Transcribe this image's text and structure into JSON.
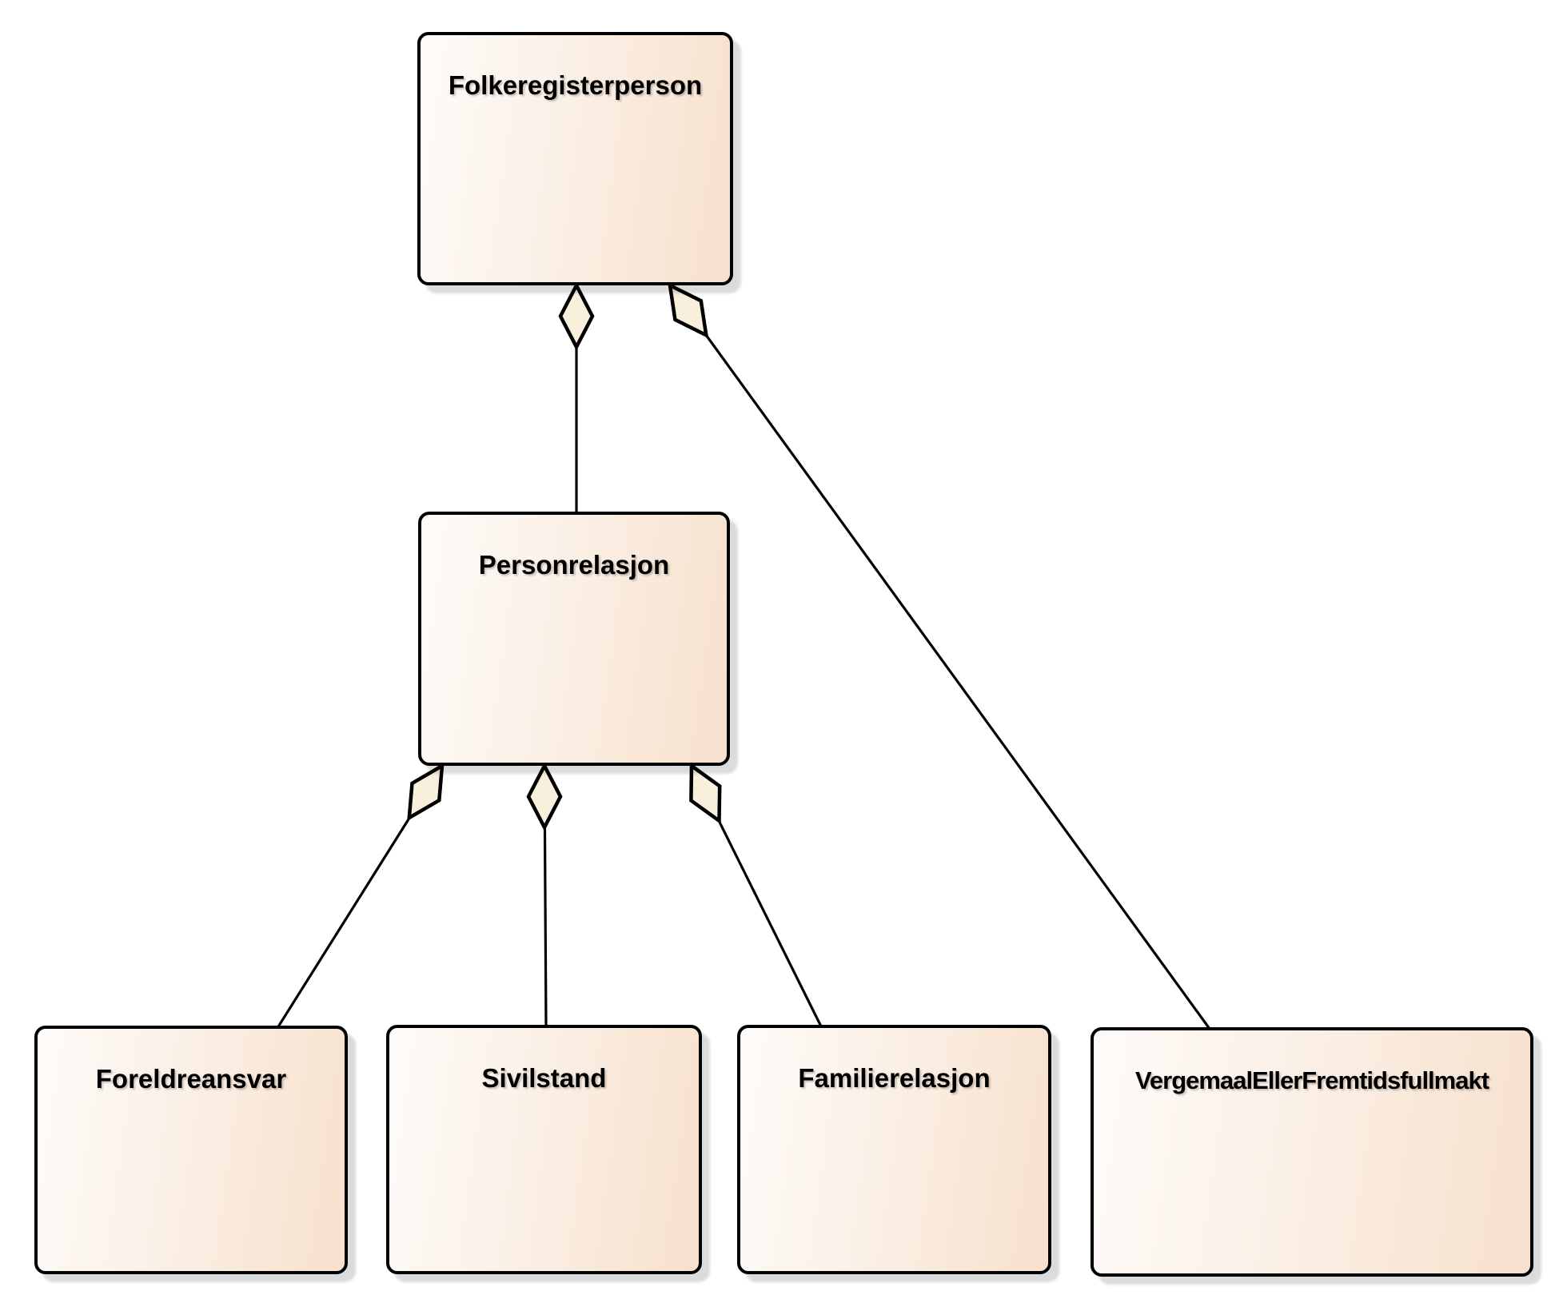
{
  "diagram": {
    "type": "uml-class-diagram",
    "background_color": "#ffffff",
    "nodes": [
      {
        "id": "folkeregisterperson",
        "label": "Folkeregisterperson"
      },
      {
        "id": "personrelasjon",
        "label": "Personrelasjon"
      },
      {
        "id": "foreldreansvar",
        "label": "Foreldreansvar"
      },
      {
        "id": "sivilstand",
        "label": "Sivilstand"
      },
      {
        "id": "familierelasjon",
        "label": "Familierelasjon"
      },
      {
        "id": "vergemaal_eller_fremtidsfullmakt",
        "label": "VergemaalEllerFremtidsfullmakt"
      }
    ],
    "edges": [
      {
        "from": "Folkeregisterperson",
        "to": "Personrelasjon",
        "type": "aggregation",
        "diamond_end": "Folkeregisterperson"
      },
      {
        "from": "Folkeregisterperson",
        "to": "VergemaalEllerFremtidsfullmakt",
        "type": "aggregation",
        "diamond_end": "Folkeregisterperson"
      },
      {
        "from": "Personrelasjon",
        "to": "Foreldreansvar",
        "type": "aggregation",
        "diamond_end": "Personrelasjon"
      },
      {
        "from": "Personrelasjon",
        "to": "Sivilstand",
        "type": "aggregation",
        "diamond_end": "Personrelasjon"
      },
      {
        "from": "Personrelasjon",
        "to": "Familierelasjon",
        "type": "aggregation",
        "diamond_end": "Personrelasjon"
      }
    ],
    "colors": {
      "node_fill_light": "#fefbf9",
      "node_fill_peach": "#f7e0cc",
      "node_border": "#000000",
      "diamond_fill": "#f8efdc",
      "line": "#000000",
      "shadow": "#dcdcdc"
    }
  }
}
